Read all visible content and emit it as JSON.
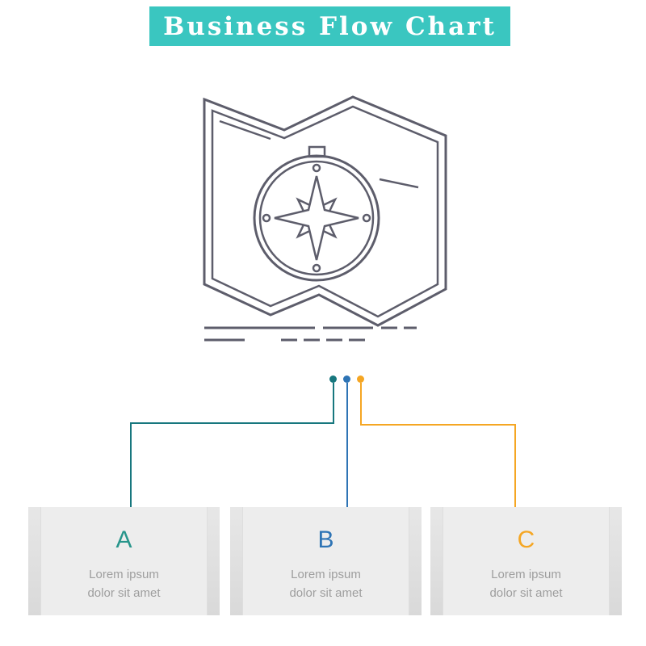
{
  "banner": {
    "title": "Business Flow Chart",
    "bg_color": "#3ac6c0",
    "text_color": "#ffffff"
  },
  "icon": {
    "name": "map-compass",
    "stroke_color": "#5d5d6b"
  },
  "steps": [
    {
      "letter": "A",
      "accent_color": "#27958b",
      "connector_color": "#17777e",
      "text_line1": "Lorem ipsum",
      "text_line2": "dolor sit amet"
    },
    {
      "letter": "B",
      "accent_color": "#2e74b5",
      "connector_color": "#2e74b5",
      "text_line1": "Lorem ipsum",
      "text_line2": "dolor sit amet"
    },
    {
      "letter": "C",
      "accent_color": "#f5a623",
      "connector_color": "#f5a623",
      "text_line1": "Lorem ipsum",
      "text_line2": "dolor sit amet"
    }
  ],
  "card": {
    "bg_color": "#ededed",
    "text_color": "#9e9e9e"
  }
}
